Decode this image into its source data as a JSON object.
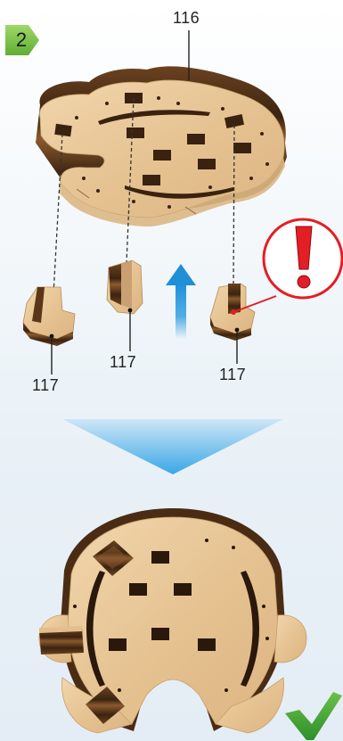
{
  "step": {
    "number": "2",
    "color": "#7ac142"
  },
  "labels": {
    "top_plate": "116",
    "leg_left": "117",
    "leg_middle": "117",
    "leg_right": "117"
  },
  "icons": {
    "warning": "exclamation-icon",
    "direction": "up-arrow-icon",
    "next_step": "down-chevron-icon",
    "done": "check-mark-icon"
  },
  "colors": {
    "plywood": "#e8c79a",
    "plywood_edge": "#5a3518",
    "plywood_dark": "#3a2210",
    "warning_red": "#e31e24",
    "arrow_blue": "#2a9de0",
    "check_green": "#3fa535"
  }
}
